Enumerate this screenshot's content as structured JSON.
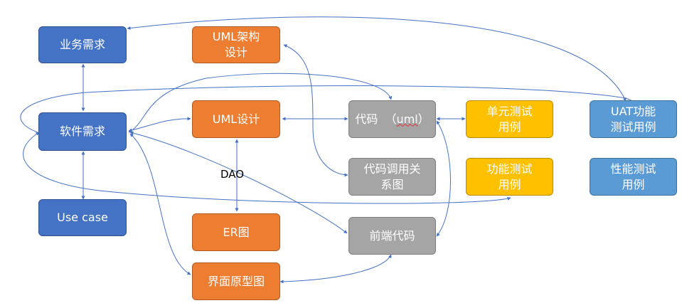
{
  "nodes": {
    "business_req": "业务需求",
    "software_req": "软件需求",
    "use_case": "Use case",
    "uml_arch": "UML架构\n设计",
    "uml_design": "UML设计",
    "er": "ER图",
    "ui_proto": "界面原型图",
    "code_prefix": "代码  （",
    "code_uml": "uml",
    "code_suffix": "）",
    "code_call": "代码调用关\n系图",
    "frontend": "前端代码",
    "unit_test": "单元测试\n用例",
    "func_test": "功能测试\n用例",
    "uat_test": "UAT功能\n测试用例",
    "perf_test": "性能测试\n用例"
  },
  "labels": {
    "dao": "DAO"
  },
  "colors": {
    "blue": "#4472c4",
    "light_blue": "#5b9bd5",
    "orange": "#ed7d31",
    "gray": "#a5a5a5",
    "gold": "#ffc000",
    "arrow": "#4472c4"
  }
}
